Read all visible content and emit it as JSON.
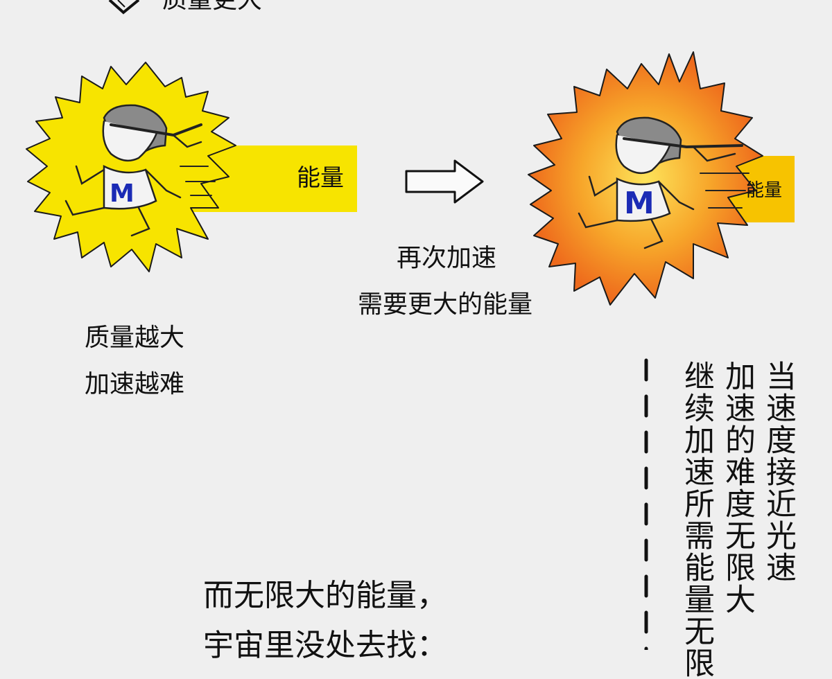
{
  "top_caption": "质量更大",
  "panel_left": {
    "energy_label": "能量",
    "mass_letter": "M",
    "caption_line1": "质量越大",
    "caption_line2": "加速越难"
  },
  "middle": {
    "line1": "再次加速",
    "line2": "需要更大的能量"
  },
  "panel_right": {
    "energy_label": "能量",
    "mass_letter": "M"
  },
  "vertical_text": {
    "col1": "当速度接近光速",
    "col2": "加速的难度无限大",
    "col3": "继续加速所需能量无限"
  },
  "bottom": {
    "line1": "而无限大的能量，",
    "line2": "宇宙里没处去找："
  },
  "colors": {
    "background": "#efefef",
    "energy_yellow": "#f7e400",
    "fire_orange": "#f39020",
    "mass_blue": "#1b2bb5"
  }
}
